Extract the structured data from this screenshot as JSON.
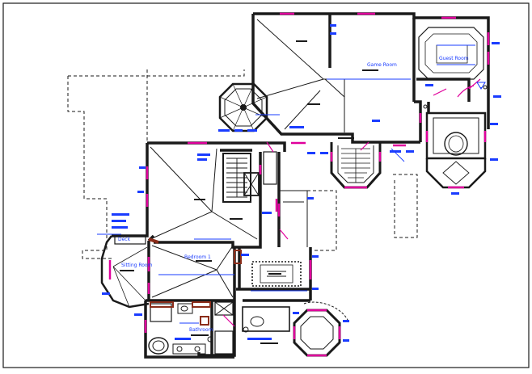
{
  "drawing": {
    "colors": {
      "background": "#ffffff",
      "wall": "#1a1a1a",
      "window": "#e0009c",
      "annotation": "#1a3cff",
      "door_frame": "#8b2d1a"
    },
    "rooms": {
      "game_room": "Game Room",
      "guest_room": "Guest Room",
      "bedroom_1": "Bedroom 1",
      "sitting_room": "Sitting Room",
      "bathroom": "Bathroom",
      "deck": "Deck"
    },
    "icons": {
      "north_marker": "triangle-marker-icon"
    }
  }
}
